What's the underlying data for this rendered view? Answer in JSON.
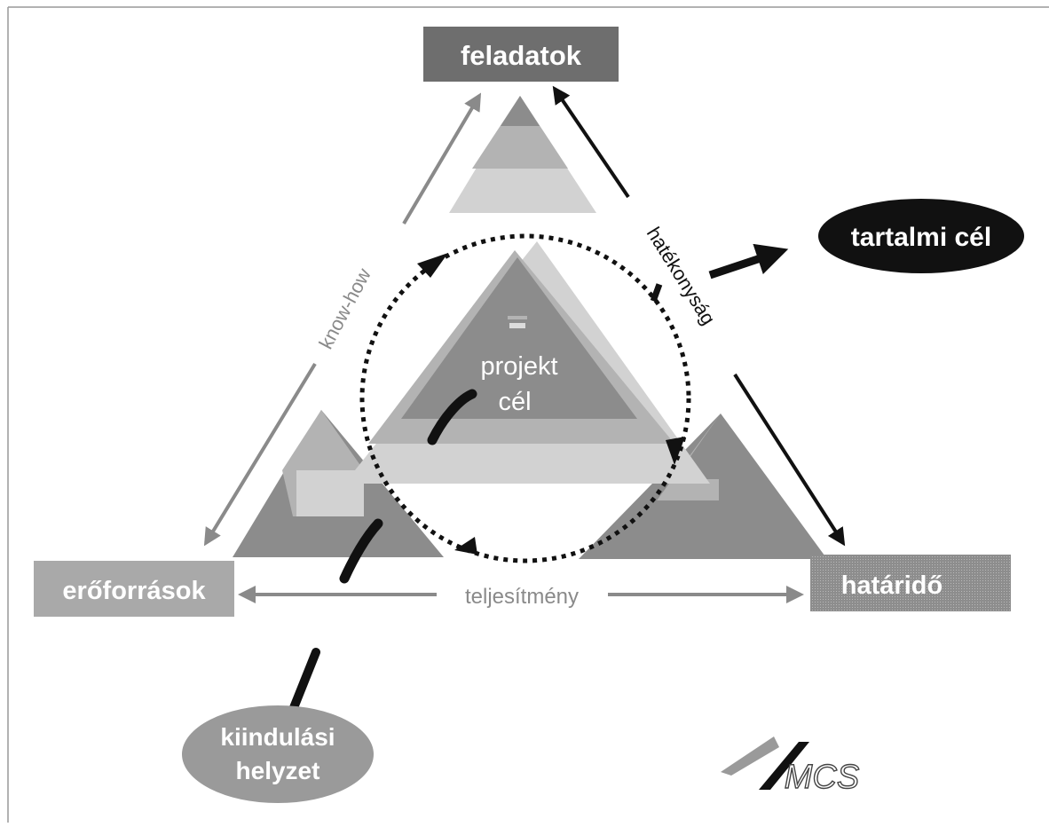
{
  "nodes": {
    "top": "feladatok",
    "left": "erőforrások",
    "right": "határidő",
    "goal": "tartalmi cél",
    "start_line1": "kiindulási",
    "start_line2": "helyzet"
  },
  "center": {
    "line1": "projekt",
    "line2": "cél"
  },
  "edges": {
    "left": "know-how",
    "right": "hatékonyság",
    "bottom": "teljesítmény"
  },
  "logo": {
    "text": "MCS"
  },
  "colors": {
    "box_dark": "#6e6e6e",
    "box_mid": "#a9a9a9",
    "tri_dark": "#8c8c8c",
    "tri_mid": "#b3b3b3",
    "tri_light": "#d2d2d2",
    "arrow_gray": "#8a8a8a",
    "arrow_black": "#111111",
    "ellipse_black": "#111111",
    "ellipse_gray": "#9a9a9a"
  }
}
